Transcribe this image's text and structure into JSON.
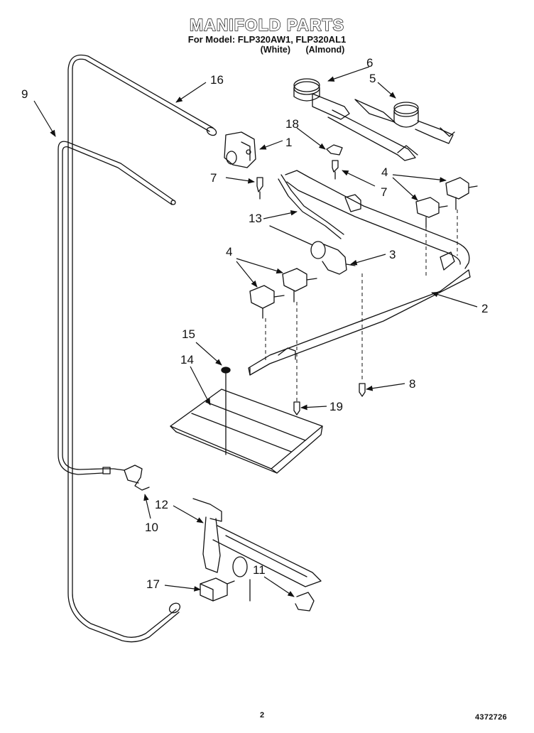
{
  "header": {
    "title": "MANIFOLD PARTS",
    "subtitle": "For Model: FLP320AW1, FLP320AL1",
    "color_white": "(White)",
    "color_almond": "(Almond)"
  },
  "callouts": {
    "c1": "1",
    "c2": "2",
    "c3": "3",
    "c4a": "4",
    "c4b": "4",
    "c5": "5",
    "c6": "6",
    "c7a": "7",
    "c7b": "7",
    "c8": "8",
    "c9": "9",
    "c10": "10",
    "c11": "11",
    "c12": "12",
    "c13": "13",
    "c14": "14",
    "c15": "15",
    "c16": "16",
    "c17": "17",
    "c18": "18",
    "c19": "19"
  },
  "footer": {
    "page": "2",
    "doc_number": "4372726"
  }
}
